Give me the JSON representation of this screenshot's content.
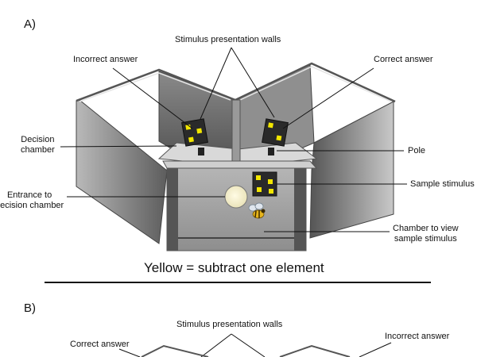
{
  "panel_a": {
    "letter": "A)",
    "labels": {
      "stimulus_walls": "Stimulus presentation walls",
      "incorrect": "Incorrect answer",
      "correct": "Correct answer",
      "decision_chamber": "Decision\nchamber",
      "pole": "Pole",
      "entrance": "Entrance to\ndecision chamber",
      "sample_stimulus": "Sample stimulus",
      "view_chamber": "Chamber to view\nsample stimulus"
    },
    "caption": "Yellow = subtract one element"
  },
  "panel_b": {
    "letter": "B)",
    "labels": {
      "stimulus_walls": "Stimulus presentation walls",
      "correct": "Correct answer",
      "incorrect": "Incorrect answer"
    }
  },
  "colors": {
    "stimulus_square": "#f2e600",
    "stimulus_card": "#2a2a2a"
  }
}
